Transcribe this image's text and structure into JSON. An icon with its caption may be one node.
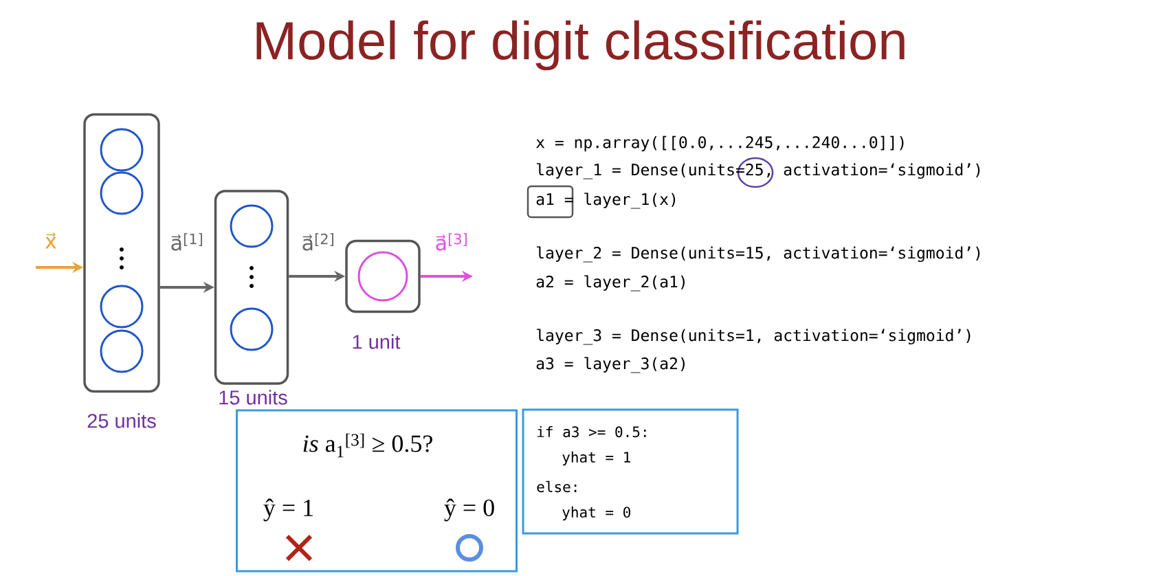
{
  "diagram": {
    "title": "Model for digit classification",
    "nodes": [
      {
        "text": [],
        "shape": "box",
        "beside": [
          "25 units"
        ]
      },
      {
        "text": [],
        "shape": "circle",
        "in": 0
      },
      {
        "text": [],
        "shape": "circle",
        "in": 0
      },
      {
        "text": [],
        "shape": "circle",
        "in": 0
      },
      {
        "text": [],
        "shape": "circle",
        "in": 0
      },
      {
        "text": [],
        "shape": "box",
        "beside": [
          "15 units"
        ]
      },
      {
        "text": [],
        "shape": "circle",
        "in": 5
      },
      {
        "text": [],
        "shape": "circle",
        "in": 5
      },
      {
        "text": [],
        "shape": "box",
        "beside": [
          "1 unit"
        ]
      },
      {
        "text": [],
        "shape": "circle",
        "in": 8
      },
      {
        "text": [
          "*is* a$_{1}$$^{[3]}$ ≥ 0.5?",
          "ŷ = 1",
          "ŷ = 0"
        ]
      },
      {
        "text": [
          "if a3 >= 0.5:",
          "yhat = 1",
          "else:",
          "yhat = 0"
        ]
      }
    ],
    "edges": [
      {
        "from": null,
        "to": 0,
        "arrow": "to",
        "label": "x⃗",
        "color": "#e8a33a"
      },
      {
        "from": 0,
        "to": 5,
        "arrow": "to",
        "label": "a⃗$^{[1]}$"
      },
      {
        "from": 5,
        "to": 8,
        "arrow": "to",
        "label": "a⃗$^{[2]}$"
      },
      {
        "from": 8,
        "to": null,
        "arrow": "to",
        "label": "a⃗$^{[3]}$",
        "color": "#e050e0"
      }
    ],
    "labels": [
      "x = np.array([[0.0,...245,...240...0]])",
      "layer_1 = Dense(units=25, activation=‘sigmoid’)",
      "a1 = layer_1(x)",
      "layer_2 = Dense(units=15, activation=‘sigmoid’)",
      "a2 = layer_2(a1)",
      "layer_3 = Dense(units=1, activation=‘sigmoid’)",
      "a3 = layer_3(a2)"
    ]
  }
}
